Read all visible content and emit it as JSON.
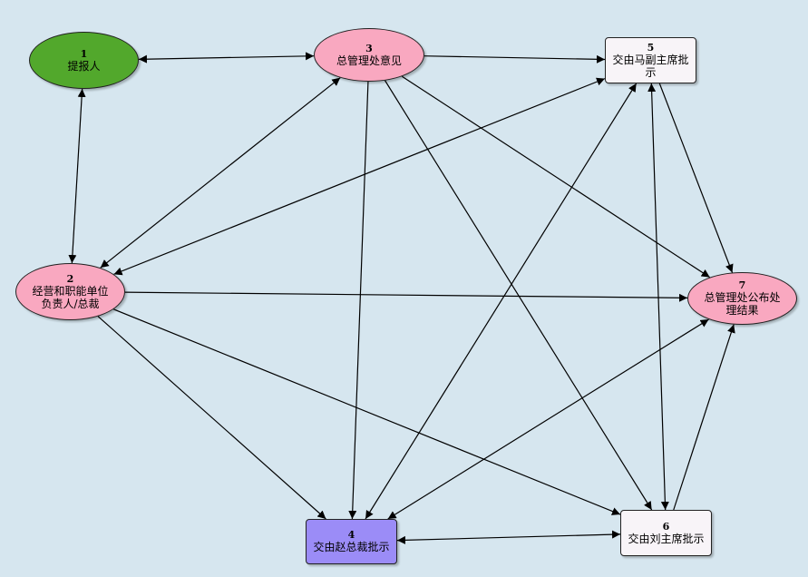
{
  "diagram": {
    "background": "#d6e6ef",
    "nodes": [
      {
        "id": "1",
        "number": "1",
        "label": "提报人",
        "shape": "ellipse",
        "fill": "#52a82c"
      },
      {
        "id": "2",
        "number": "2",
        "label": "经营和职能单位负责人/总裁",
        "shape": "ellipse",
        "fill": "#f9a8c0"
      },
      {
        "id": "3",
        "number": "3",
        "label": "总管理处意见",
        "shape": "ellipse",
        "fill": "#f9a8c0"
      },
      {
        "id": "4",
        "number": "4",
        "label": "交由赵总裁批示",
        "shape": "rect",
        "fill": "#9b8cf7"
      },
      {
        "id": "5",
        "number": "5",
        "label": "交由马副主席批示",
        "shape": "rect",
        "fill": "#f8f4f8"
      },
      {
        "id": "6",
        "number": "6",
        "label": "交由刘主席批示",
        "shape": "rect",
        "fill": "#f8f4f8"
      },
      {
        "id": "7",
        "number": "7",
        "label": "总管理处公布处理结果",
        "shape": "ellipse",
        "fill": "#f9a8c0"
      }
    ],
    "edges": [
      {
        "from": "1",
        "to": "3",
        "bidirectional": true
      },
      {
        "from": "1",
        "to": "2",
        "bidirectional": true
      },
      {
        "from": "2",
        "to": "3",
        "bidirectional": true
      },
      {
        "from": "2",
        "to": "5",
        "bidirectional": true
      },
      {
        "from": "2",
        "to": "7",
        "bidirectional": false
      },
      {
        "from": "2",
        "to": "4",
        "bidirectional": false
      },
      {
        "from": "2",
        "to": "6",
        "bidirectional": false
      },
      {
        "from": "3",
        "to": "5",
        "bidirectional": false
      },
      {
        "from": "3",
        "to": "4",
        "bidirectional": false
      },
      {
        "from": "3",
        "to": "7",
        "bidirectional": false
      },
      {
        "from": "3",
        "to": "6",
        "bidirectional": false
      },
      {
        "from": "4",
        "to": "5",
        "bidirectional": true
      },
      {
        "from": "4",
        "to": "7",
        "bidirectional": true
      },
      {
        "from": "4",
        "to": "6",
        "bidirectional": true
      },
      {
        "from": "5",
        "to": "6",
        "bidirectional": true
      },
      {
        "from": "5",
        "to": "7",
        "bidirectional": false
      },
      {
        "from": "6",
        "to": "7",
        "bidirectional": false
      }
    ]
  }
}
